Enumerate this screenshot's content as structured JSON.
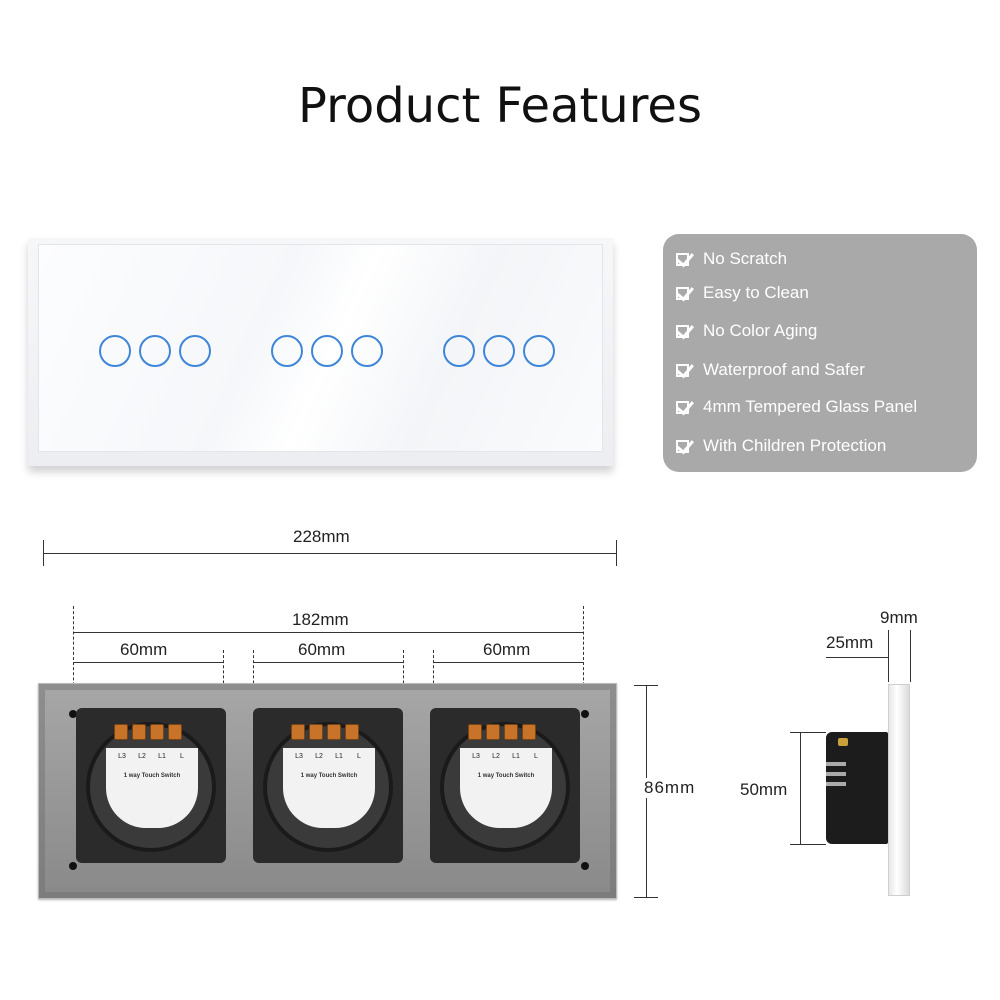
{
  "title": "Product Features",
  "features": [
    {
      "label": "No Scratch",
      "icon": "checkbox-icon"
    },
    {
      "label": "Easy to Clean",
      "icon": "checkbox-icon"
    },
    {
      "label": "No Color Aging",
      "icon": "checkbox-icon"
    },
    {
      "label": "Waterproof and Safer",
      "icon": "checkbox-icon"
    },
    {
      "label": "4mm Tempered Glass Panel",
      "icon": "checkbox-icon"
    },
    {
      "label": "With Children Protection",
      "icon": "checkbox-icon"
    }
  ],
  "dimensions": {
    "overall_width": "228mm",
    "mounting_span": "182mm",
    "module_1": "60mm",
    "module_2": "60mm",
    "module_3": "60mm",
    "height": "86mm",
    "glass_thickness": "9mm",
    "depth": "25mm",
    "module_height": "50mm"
  },
  "module_label": {
    "terminals": [
      "L3",
      "L2",
      "L1",
      "L"
    ],
    "name": "1 way Touch Switch"
  },
  "colors": {
    "accent": "#3f86d8",
    "card": "#a9a9a9",
    "terminal": "#c7742a"
  }
}
